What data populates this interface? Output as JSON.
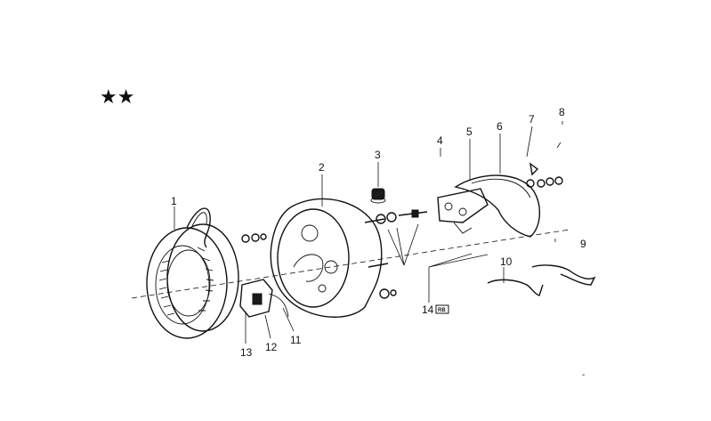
{
  "marker": "★★",
  "callouts": [
    "1",
    "2",
    "3",
    "4",
    "5",
    "6",
    "7",
    "8",
    "9",
    "10",
    "11",
    "12",
    "13",
    "14"
  ],
  "badge": "RB",
  "corner_mark": "-"
}
